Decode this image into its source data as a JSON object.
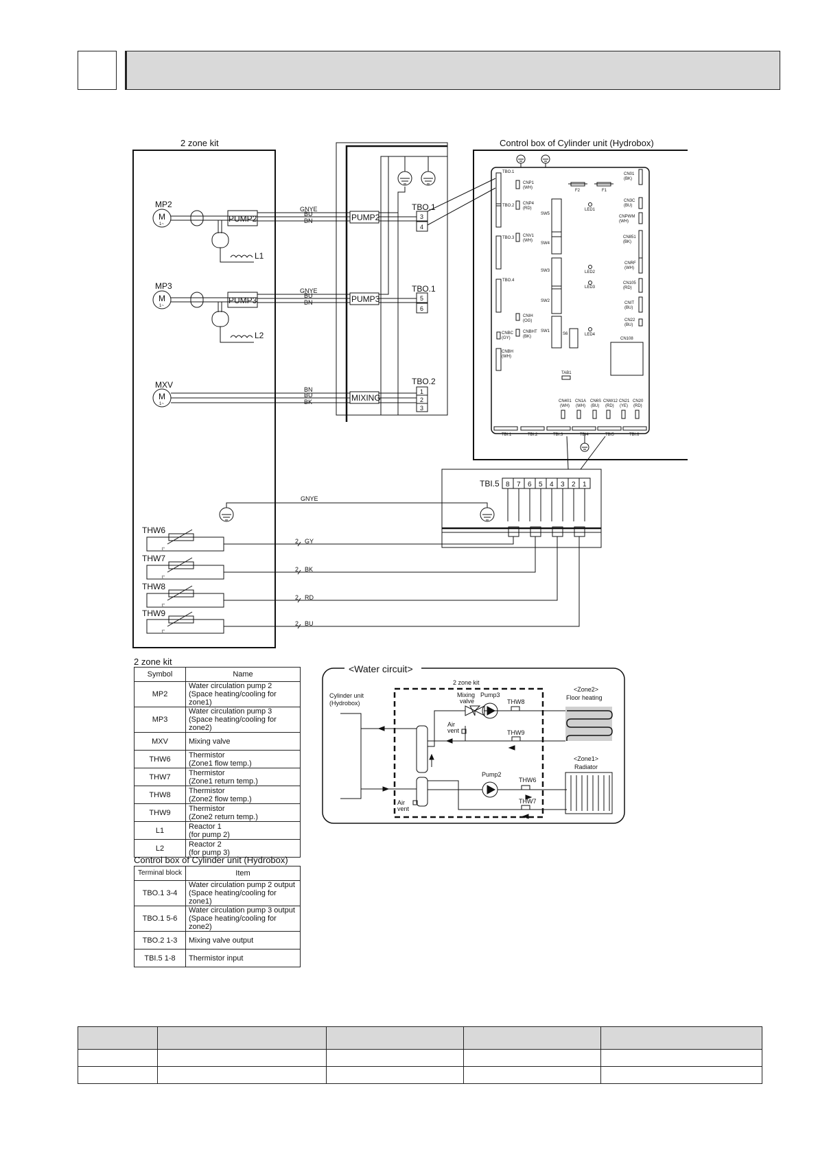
{
  "header": {
    "section_number": "",
    "section_title": ""
  },
  "wiring": {
    "kit_title": "2 zone kit",
    "control_box_title": "Control box of Cylinder unit (Hydrobox)",
    "mp2": "MP2",
    "mp3": "MP3",
    "mxv": "MXV",
    "motor_m": "M",
    "motor_phase": "1~",
    "pump2": "PUMP2",
    "pump3": "PUMP3",
    "mixing": "MIXING",
    "l1": "L1",
    "l2": "L2",
    "gnye": "GNYE",
    "bu": "BU",
    "bn": "BN",
    "bk": "BK",
    "tbo1": "TBO.1",
    "tbo2": "TBO.2",
    "tbi5": "TBI.5",
    "t3": "3",
    "t4": "4",
    "t5": "5",
    "t6": "6",
    "t1": "1",
    "t2": "2",
    "tbi_terminals": [
      "8",
      "7",
      "6",
      "5",
      "4",
      "3",
      "2",
      "1"
    ],
    "thw6": "THW6",
    "thw7": "THW7",
    "thw8": "THW8",
    "thw9": "THW9",
    "tdeg": "t°",
    "two": "2",
    "gy": "GY",
    "rd": "RD"
  },
  "board": {
    "tbo1": "TBO.1",
    "tbo2": "TBO.2",
    "tbo3": "TBO.3",
    "tbo4": "TBO.4",
    "cnp1": "CNP1",
    "cnp1c": "(WH)",
    "cnp4": "CNP4",
    "cnp4c": "(RD)",
    "cnv1": "CNV1",
    "cnv1c": "(WH)",
    "cnih": "CNIH",
    "cnihc": "(OG)",
    "cnbht": "CNBHT",
    "cnbhtc": "(BK)",
    "cnbc": "CNBC",
    "cnbcc": "(GY)",
    "cnbh": "CNBH",
    "cnbhc": "(WH)",
    "f2": "F2",
    "f1": "F1",
    "cn01": "CN01",
    "cn01c": "(BK)",
    "cn3c": "CN3C",
    "cn3cc": "(BU)",
    "cnpwm": "CNPWM",
    "cnpwmc": "(WH)",
    "cn851": "CN851",
    "cn851c": "(BK)",
    "cnrf": "CNRF",
    "cnrfc": "(WH)",
    "cn105": "CN105",
    "cn105c": "(RD)",
    "cnit": "CNIT",
    "cnitc": "(BU)",
    "cn22": "CN22",
    "cn22c": "(BU)",
    "cn108": "CN108",
    "led1": "LED1",
    "led2": "LED2",
    "led3": "LED3",
    "led4": "LED4",
    "sw1": "SW1",
    "sw2": "SW2",
    "sw3": "SW3",
    "sw4": "SW4",
    "sw5": "SW5",
    "s6": "S6",
    "tab1": "TAB1",
    "bottom_conns": [
      [
        "CN401",
        "(WH)"
      ],
      [
        "CN1A",
        "(WH)"
      ],
      [
        "CN6S",
        "(BU)"
      ],
      [
        "CNW12",
        "(RD)"
      ],
      [
        "CN21",
        "(YE)"
      ],
      [
        "CN20",
        "(RD)"
      ]
    ],
    "tbi_labels": [
      "TBI.1",
      "TBI.2",
      "TBI.3",
      "TBI4",
      "TBI5",
      "TBI.6"
    ]
  },
  "legend1": {
    "title": "2 zone kit",
    "col_symbol": "Symbol",
    "col_name": "Name",
    "rows": [
      {
        "symbol": "MP2",
        "name1": "Water circulation pump 2",
        "name2": "(Space heating/cooling for zone1)"
      },
      {
        "symbol": "MP3",
        "name1": "Water circulation pump 3",
        "name2": "(Space heating/cooling for zone2)"
      },
      {
        "symbol": "MXV",
        "name1": "Mixing valve",
        "name2": ""
      },
      {
        "symbol": "THW6",
        "name1": "Thermistor",
        "name2": "(Zone1 flow temp.)"
      },
      {
        "symbol": "THW7",
        "name1": "Thermistor",
        "name2": "(Zone1 return temp.)"
      },
      {
        "symbol": "THW8",
        "name1": "Thermistor",
        "name2": "(Zone2 flow temp.)"
      },
      {
        "symbol": "THW9",
        "name1": "Thermistor",
        "name2": "(Zone2 return temp.)"
      },
      {
        "symbol": "L1",
        "name1": "Reactor 1",
        "name2": "(for pump 2)"
      },
      {
        "symbol": "L2",
        "name1": "Reactor 2",
        "name2": "(for pump 3)"
      }
    ]
  },
  "legend2": {
    "title": "Control box of Cylinder unit (Hydrobox)",
    "col_block": "Terminal block",
    "col_item": "Item",
    "rows": [
      {
        "block": "TBO.1 3-4",
        "item1": "Water circulation pump 2 output",
        "item2": "(Space heating/cooling for zone1)"
      },
      {
        "block": "TBO.1 5-6",
        "item1": "Water circulation pump 3 output",
        "item2": "(Space heating/cooling for zone2)"
      },
      {
        "block": "TBO.2 1-3",
        "item1": "Mixing valve output",
        "item2": ""
      },
      {
        "block": "TBI.5   1-8",
        "item1": "Thermistor input",
        "item2": ""
      }
    ]
  },
  "water": {
    "title": "<Water circuit>",
    "kit": "2 zone kit",
    "cyl1": "Cylinder unit",
    "cyl2": "(Hydrobox)",
    "mix1": "Mixing",
    "mix2": "valve",
    "pump3": "Pump3",
    "pump2": "Pump2",
    "thw8": "THW8",
    "thw9": "THW9",
    "thw6": "THW6",
    "thw7": "THW7",
    "air1": "Air",
    "air2": "vent",
    "zone2": "<Zone2>",
    "floor": "Floor heating",
    "zone1": "<Zone1>",
    "radiator": "Radiator"
  },
  "bottom_table": {
    "header": [
      "",
      "",
      "",
      "",
      ""
    ],
    "rows": [
      [
        "",
        "",
        "",
        "",
        ""
      ],
      [
        "",
        "",
        "",
        "",
        ""
      ]
    ]
  }
}
